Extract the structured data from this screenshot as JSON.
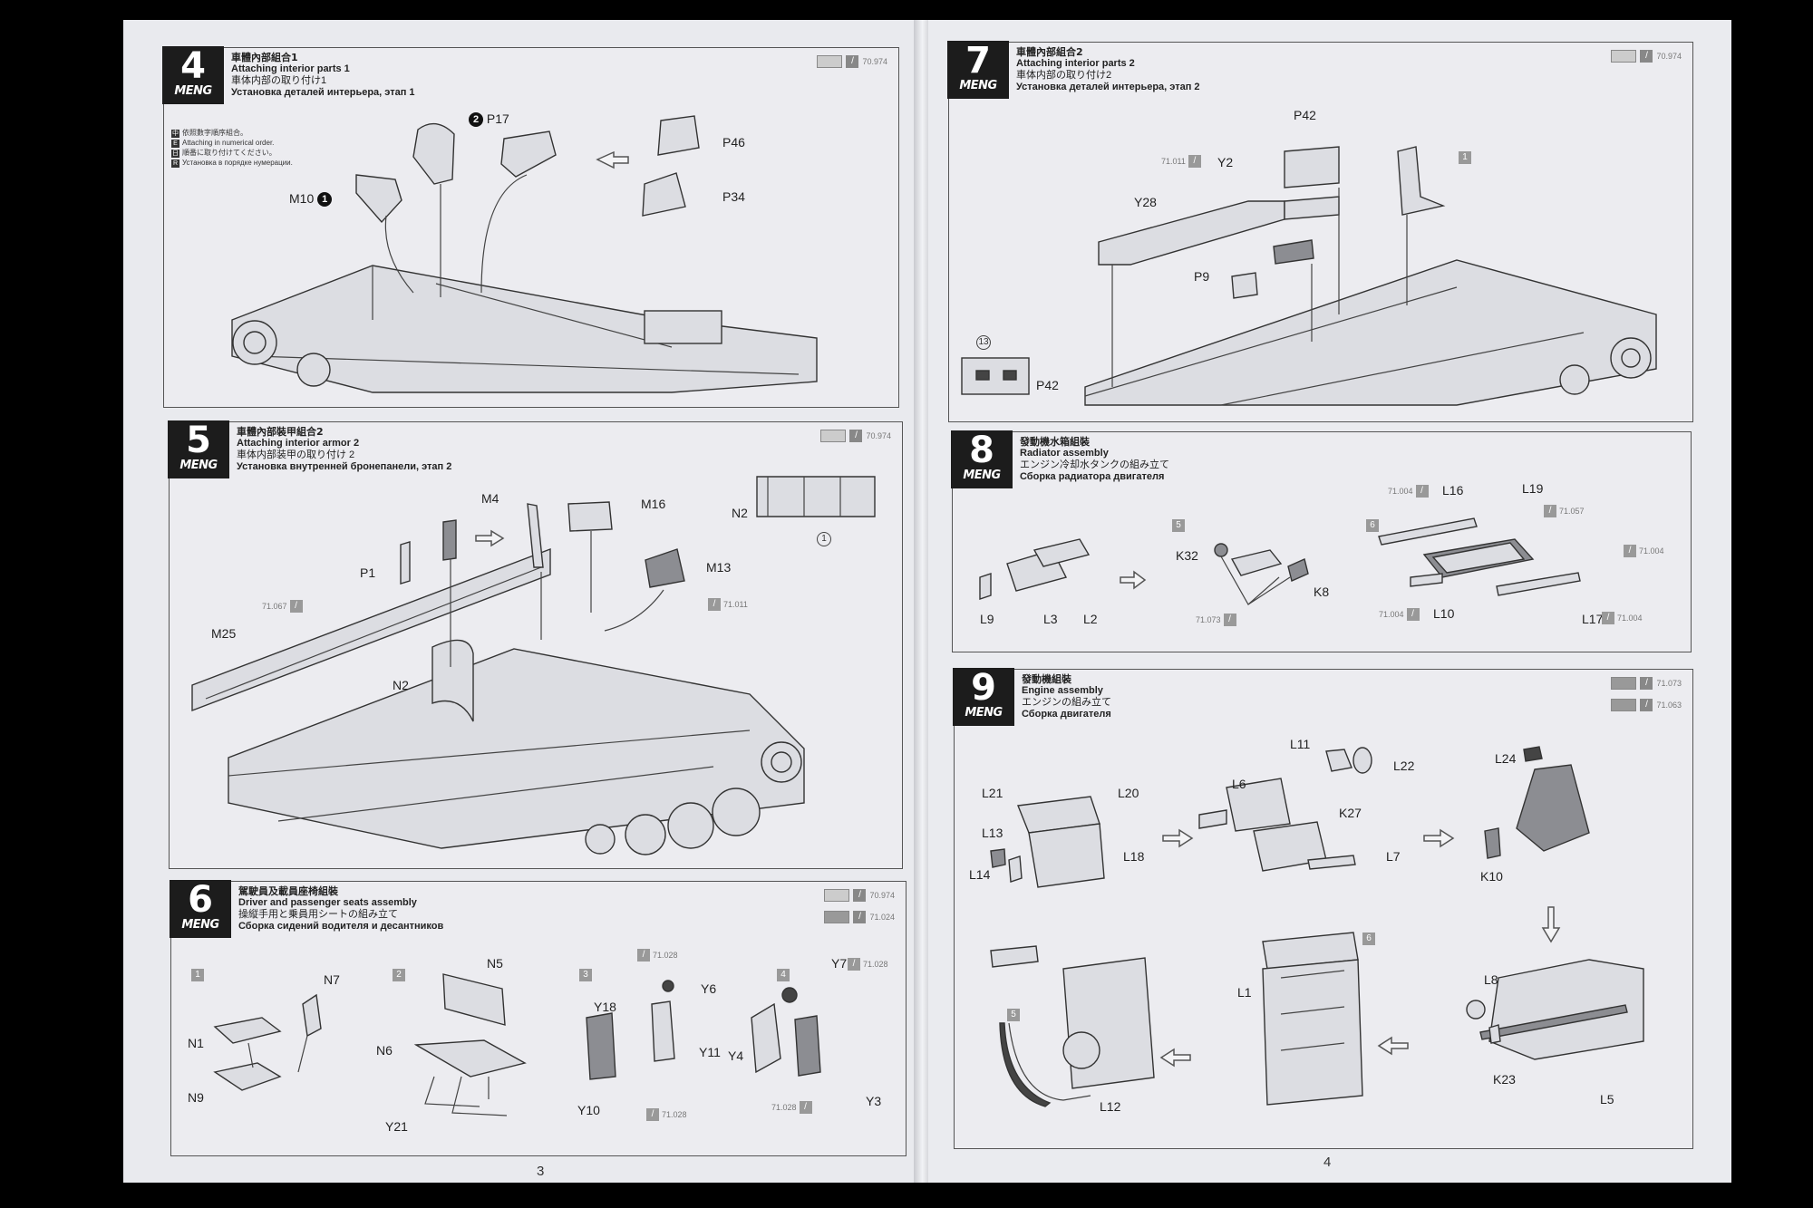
{
  "pages": {
    "left_number": "3",
    "right_number": "4"
  },
  "brand": "MENG",
  "steps": {
    "s4": {
      "number": "4",
      "title_zh": "車體內部組合1",
      "title_en": "Attaching interior parts 1",
      "title_ja": "車体内部の取り付け1",
      "title_ru": "Установка деталей интерьера, этап 1",
      "paint_code": "70.974",
      "notes": [
        "依照數字順序組合。",
        "Attaching in numerical order.",
        "順番に取り付けてください。",
        "Установка в порядке нумерации."
      ],
      "parts": {
        "m10": "M10",
        "p17": "P17",
        "p46": "P46",
        "p34": "P34"
      },
      "seq": {
        "one": "1",
        "two": "2"
      }
    },
    "s5": {
      "number": "5",
      "title_zh": "車體內部裝甲組合2",
      "title_en": "Attaching interior armor 2",
      "title_ja": "車体内部装甲の取り付け 2",
      "title_ru": "Установка внутренней бронепанели, этап 2",
      "paint_code": "70.974",
      "parts": {
        "m4": "M4",
        "m16": "M16",
        "n2a": "N2",
        "p1": "P1",
        "m13": "M13",
        "m25": "M25",
        "n2b": "N2"
      },
      "codes": {
        "c1": "71.067",
        "c2": "71.011"
      },
      "ref": "1"
    },
    "s6": {
      "number": "6",
      "title_zh": "駕駛員及載員座椅組裝",
      "title_en": "Driver and passenger seats assembly",
      "title_ja": "操縦手用と乗員用シートの組み立て",
      "title_ru": "Сборка сидений водителя и десантников",
      "paint_code_1": "70.974",
      "paint_code_2": "71.024",
      "sub": [
        "1",
        "2",
        "3",
        "4"
      ],
      "parts": {
        "n7": "N7",
        "n1": "N1",
        "n9": "N9",
        "n5": "N5",
        "n6": "N6",
        "y21": "Y21",
        "y18": "Y18",
        "y6": "Y6",
        "y11": "Y11",
        "y10": "Y10",
        "y7": "Y7",
        "y4": "Y4",
        "y3": "Y3"
      },
      "codes": {
        "c1": "71.028",
        "c2": "71.028",
        "c3": "71.028",
        "c4": "71.028"
      }
    },
    "s7": {
      "number": "7",
      "title_zh": "車體內部組合2",
      "title_en": "Attaching interior parts 2",
      "title_ja": "車体内部の取り付け2",
      "title_ru": "Установка деталей интерьера, этап 2",
      "paint_code": "70.974",
      "parts": {
        "p42a": "P42",
        "y2": "Y2",
        "y28": "Y28",
        "p9": "P9",
        "p42b": "P42"
      },
      "codes": {
        "c1": "71.011"
      },
      "sub": "1",
      "ref": "13"
    },
    "s8": {
      "number": "8",
      "title_zh": "發動機水箱組裝",
      "title_en": "Radiator assembly",
      "title_ja": "エンジン冷却水タンクの組み立て",
      "title_ru": "Сборка радиатора двигателя",
      "sub": [
        "5",
        "6"
      ],
      "parts": {
        "l9": "L9",
        "l3": "L3",
        "l2": "L2",
        "k32": "K32",
        "k8": "K8",
        "l16": "L16",
        "l19": "L19",
        "l10": "L10",
        "l17": "L17"
      },
      "codes": {
        "c1": "71.004",
        "c2": "71.057",
        "c3": "71.004",
        "c4": "71.004",
        "c5": "71.004",
        "c6": "71.073"
      }
    },
    "s9": {
      "number": "9",
      "title_zh": "發動機組裝",
      "title_en": "Engine assembly",
      "title_ja": "エンジンの組み立て",
      "title_ru": "Сборка двигателя",
      "paint_code_1": "71.073",
      "paint_code_2": "71.063",
      "sub": [
        "6",
        "5"
      ],
      "parts": {
        "l11": "L11",
        "l21": "L21",
        "l20": "L20",
        "l22": "L22",
        "l6": "L6",
        "l24": "L24",
        "k27": "K27",
        "l13": "L13",
        "l18": "L18",
        "l7": "L7",
        "l14": "L14",
        "k10": "K10",
        "l8": "L8",
        "l1": "L1",
        "k23": "K23",
        "l12": "L12",
        "l5": "L5"
      }
    }
  }
}
